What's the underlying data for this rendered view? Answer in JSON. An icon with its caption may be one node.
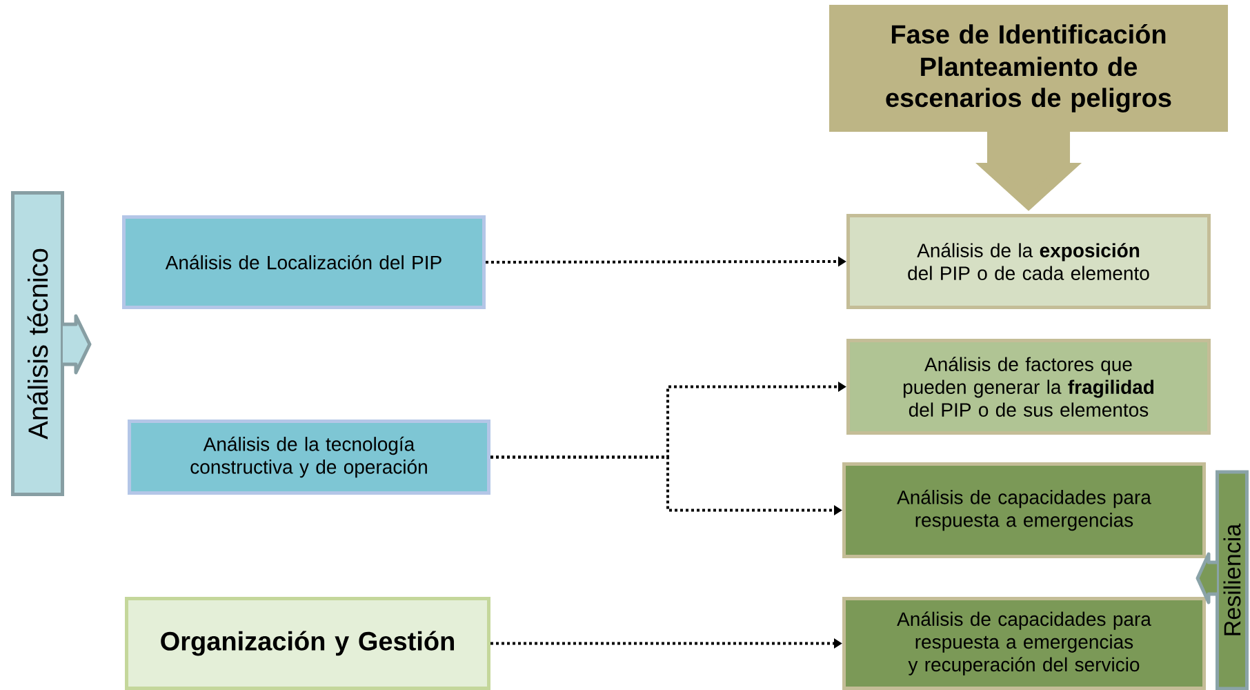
{
  "diagram": {
    "nodes": [
      {
        "text": [
          "Fase de Identificación",
          "Planteamiento de escenarios de peligros"
        ]
      },
      {
        "text": [
          "Análisis técnico"
        ]
      },
      {
        "text": [
          "Análisis de Localización del PIP"
        ]
      },
      {
        "text": [
          "Análisis de la **exposición** del PIP o de cada elemento"
        ]
      },
      {
        "text": [
          "Análisis de factores que pueden generar la **fragilidad** del PIP o de sus elementos"
        ]
      },
      {
        "text": [
          "Análisis de la tecnología constructiva y de operación"
        ]
      },
      {
        "text": [
          "Análisis de capacidades para respuesta a emergencias"
        ]
      },
      {
        "text": [
          "Organización y Gestión"
        ]
      },
      {
        "text": [
          "Análisis de capacidades para respuesta a emergencias y recuperación del servicio"
        ]
      },
      {
        "text": [
          "Resiliencia"
        ]
      }
    ],
    "edges": [
      {
        "from": 0,
        "to": 3,
        "arrow": "to",
        "style": "thick",
        "color": "#bdb585"
      },
      {
        "from": 2,
        "to": 3,
        "arrow": "to",
        "style": "dashed"
      },
      {
        "from": 5,
        "to": 4,
        "arrow": "to",
        "style": "dashed"
      },
      {
        "from": 5,
        "to": 6,
        "arrow": "to",
        "style": "dashed"
      },
      {
        "from": 7,
        "to": 8,
        "arrow": "to",
        "style": "dashed"
      }
    ]
  }
}
